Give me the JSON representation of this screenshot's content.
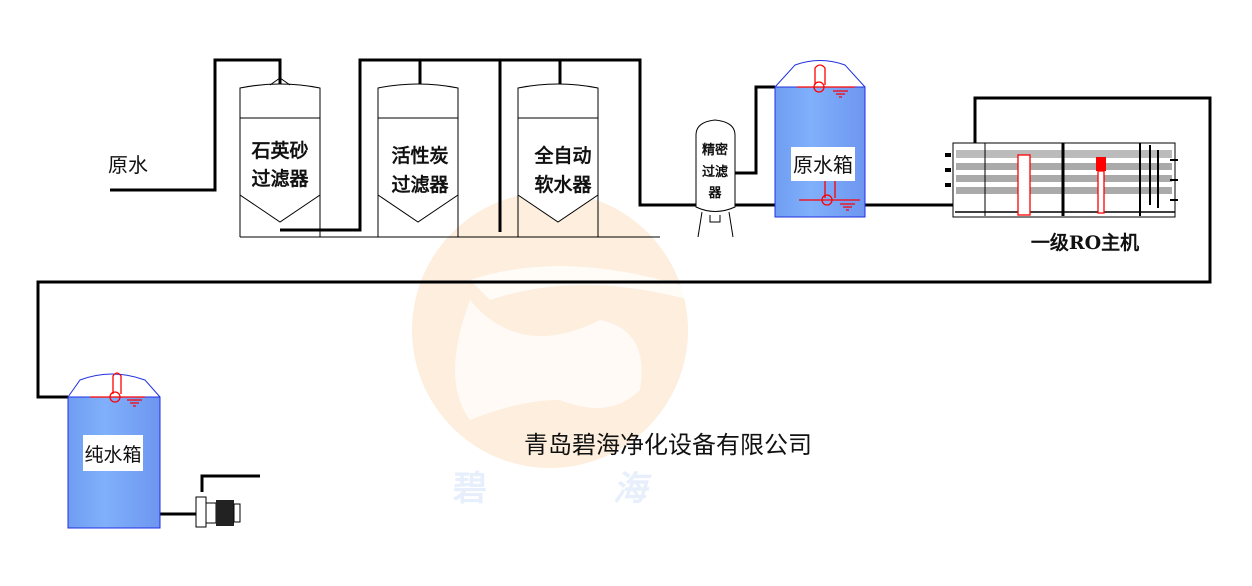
{
  "colors": {
    "tank_fill": "#79a8f5",
    "tank_stroke": "#1f2fe0",
    "level_gauge": "#ff0000",
    "watermark": "#fdeedd",
    "pipe": "#000000"
  },
  "raw_water": "原水",
  "filters": [
    {
      "line1": "石英砂",
      "line2": "过滤器"
    },
    {
      "line1": "活性炭",
      "line2": "过滤器"
    },
    {
      "line1": "全自动",
      "line2": "软水器"
    }
  ],
  "precision_filter": {
    "line1": "精密",
    "line2": "过滤",
    "line3": "器"
  },
  "raw_water_tank": "原水箱",
  "ro_unit": "一级RO主机",
  "pure_water_tank": "纯水箱",
  "company": "青岛碧海净化设备有限公司",
  "watermark_text": [
    "碧",
    "海"
  ]
}
